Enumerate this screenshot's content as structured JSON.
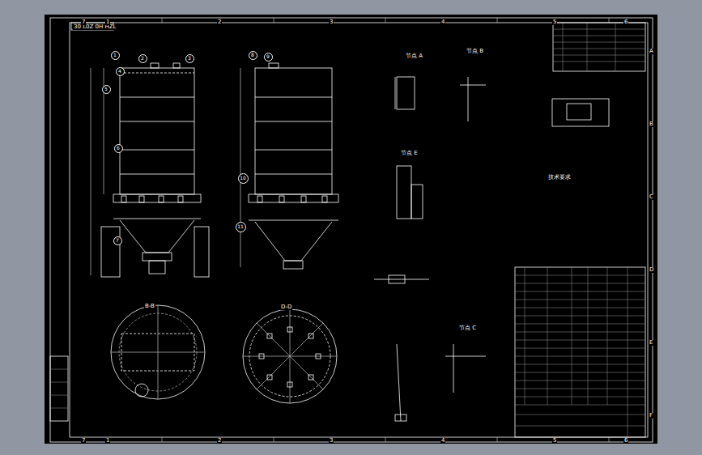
{
  "diagram": {
    "nodes": [
      {
        "text": [
          "1"
        ]
      },
      {
        "text": [
          "2"
        ]
      },
      {
        "text": [
          "3"
        ]
      },
      {
        "text": [
          "4"
        ]
      },
      {
        "text": [
          "5"
        ]
      },
      {
        "text": [
          "6"
        ]
      },
      {
        "text": [
          "7"
        ]
      },
      {
        "text": [
          "8"
        ]
      },
      {
        "text": [
          "9"
        ]
      },
      {
        "text": [
          "10"
        ]
      },
      {
        "text": [
          "11"
        ]
      }
    ],
    "labels": [
      "30 L0Z 0H HZL",
      "节点 A",
      "节点 B",
      "节点 E",
      "B-B",
      "D-D",
      "节点 C",
      "技术要求",
      "1",
      "2",
      "3",
      "4",
      "5",
      "6",
      "7",
      "1",
      "2",
      "3",
      "4",
      "5",
      "6",
      "7",
      "A",
      "B",
      "C",
      "D",
      "E",
      "F"
    ]
  }
}
